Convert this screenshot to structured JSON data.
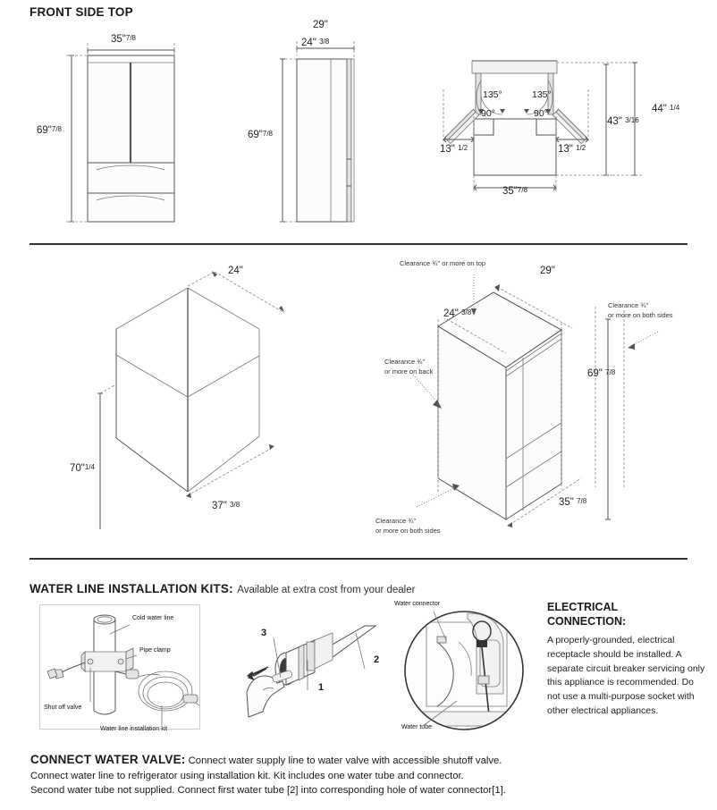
{
  "section_views": {
    "heading": "FRONT SIDE TOP",
    "front": {
      "width": "35\"",
      "width_frac": "7/8",
      "height": "69\"",
      "height_frac": "7/8"
    },
    "side": {
      "depth_total": "29\"",
      "depth_cabinet": "24\"",
      "depth_cabinet_frac": "3/8",
      "height": "69\"",
      "height_frac": "7/8"
    },
    "top": {
      "angle_left_outer": "135°",
      "angle_right_outer": "135°",
      "angle_left_inner": "90°",
      "angle_right_inner": "90°",
      "door_left": "13\"",
      "door_left_frac": "1/2",
      "door_right": "13\"",
      "door_right_frac": "1/2",
      "depth_open": "43\"",
      "depth_open_frac": "3/16",
      "depth_total": "44\"",
      "depth_total_frac": "1/4",
      "width": "35\"",
      "width_frac": "7/8"
    }
  },
  "cutout": {
    "depth": "24\"",
    "width": "37\"",
    "width_frac": "3/8",
    "height": "70\"",
    "height_frac": "1/4"
  },
  "clearance": {
    "top": "Clearance ¾\" or more on top",
    "sides_right": "Clearance ¾\"",
    "sides_right2": "or more on both sides",
    "back": "Clearance ¾\"",
    "back2": "or more on back",
    "sides_bottom": "Clearance ¾\"",
    "sides_bottom2": "or more on both sides",
    "depth_total": "29\"",
    "depth_cabinet": "24\"",
    "depth_cabinet_frac": "3/8",
    "height": "69\"",
    "height_frac": "7/8",
    "width": "35\"",
    "width_frac": "7/8"
  },
  "water_kits": {
    "heading": "WATER LINE INSTALLATION KITS:",
    "subtitle": "Available at extra cost from your dealer",
    "photo1": {
      "cold_water_line": "Cold water line",
      "pipe_clamp": "Pipe clamp",
      "shut_off_valve": "Shut off valve",
      "kit": "Water line installation kit"
    },
    "photo2": {
      "callout1": "1",
      "callout2": "2",
      "callout3": "3"
    },
    "photo3": {
      "water_connector": "Water connector",
      "water_tube": "Water tube"
    }
  },
  "electrical": {
    "heading_line1": "ELECTRICAL",
    "heading_line2": "CONNECTION:",
    "body": "A properly-grounded, electrical receptacle should be installed. A separate circuit breaker servicing only this appliance is recommended. Do not use a multi-purpose socket with other electrical appliances."
  },
  "connect_valve": {
    "heading": "CONNECT WATER VALVE:",
    "line1": "Connect water supply line to water valve with accessible shutoff valve.",
    "line2": "Connect water line to refrigerator using installation kit. Kit includes one water tube and connector.",
    "line3": "Second water tube not supplied. Connect first water tube [2] into corresponding hole of water connector[1]."
  }
}
